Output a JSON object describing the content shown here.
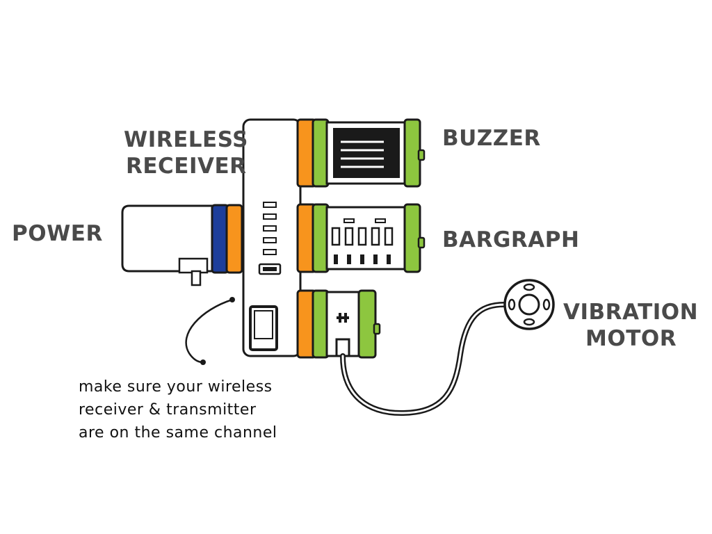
{
  "labels": {
    "wireless_receiver_line1": "WIRELESS",
    "wireless_receiver_line2": "RECEIVER",
    "buzzer": "BUZZER",
    "power": "POWER",
    "bargraph": "BARGRAPH",
    "vibration_motor_line1": "VIBRATION",
    "vibration_motor_line2": "MOTOR"
  },
  "note": {
    "line1": "make sure your wireless",
    "line2": "receiver & transmitter",
    "line3": "are on the same channel"
  },
  "colors": {
    "outline": "#1a1a1a",
    "label": "#4a4a4a",
    "orange": "#f7941d",
    "green": "#8dc63f",
    "blue": "#1d3e9b",
    "white": "#ffffff"
  }
}
